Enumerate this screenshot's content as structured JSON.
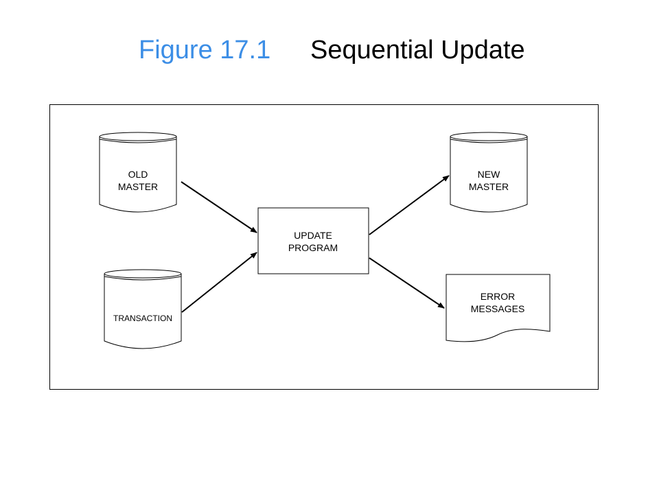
{
  "title": {
    "figure": "Figure 17.1",
    "name": "Sequential Update"
  },
  "nodes": {
    "old_master": {
      "line1": "OLD",
      "line2": "MASTER"
    },
    "transaction": {
      "line1": "TRANSACTION"
    },
    "update_program": {
      "line1": "UPDATE",
      "line2": "PROGRAM"
    },
    "new_master": {
      "line1": "NEW",
      "line2": "MASTER"
    },
    "error_messages": {
      "line1": "ERROR",
      "line2": "MESSAGES"
    }
  },
  "colors": {
    "figure_label": "#3c8ee6",
    "lines": "#000000"
  }
}
